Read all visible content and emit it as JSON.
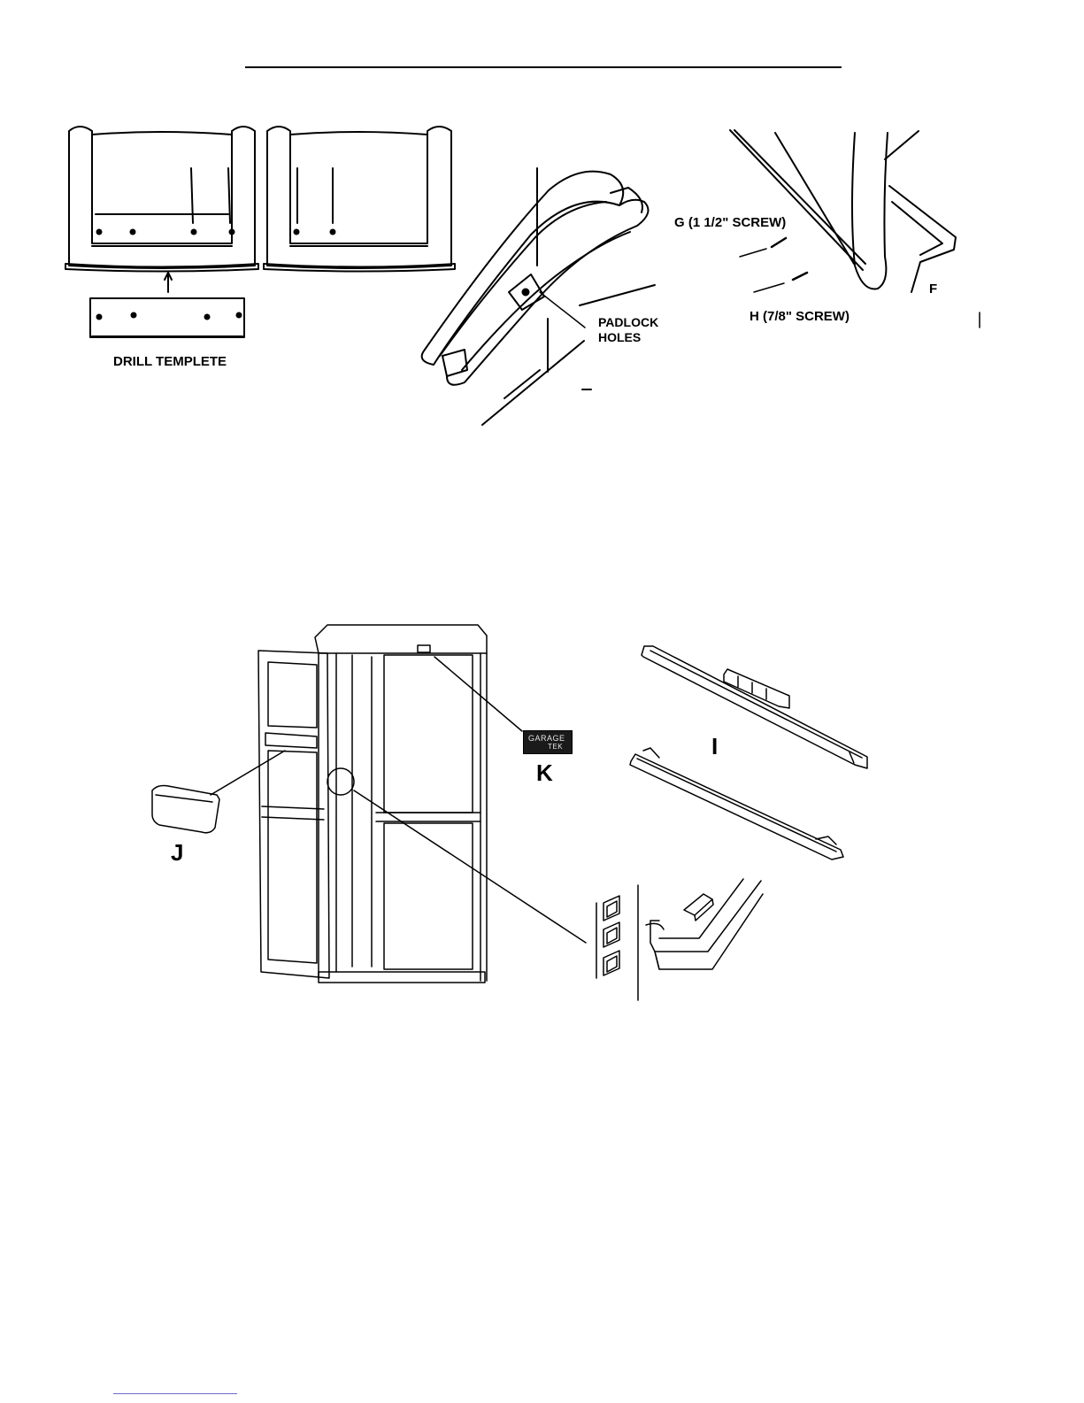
{
  "labels": {
    "drill_template": "DRILL TEMPLETE",
    "padlock_holes": "PADLOCK\nHOLES",
    "screw_g": "G (1 1/2\" SCREW)",
    "screw_h": "H  (7/8\" SCREW)",
    "part_f": "F",
    "part_i": "I",
    "part_j": "J",
    "part_k": "K"
  },
  "logo": {
    "line1": "GARAGE",
    "line2": "TEK"
  }
}
